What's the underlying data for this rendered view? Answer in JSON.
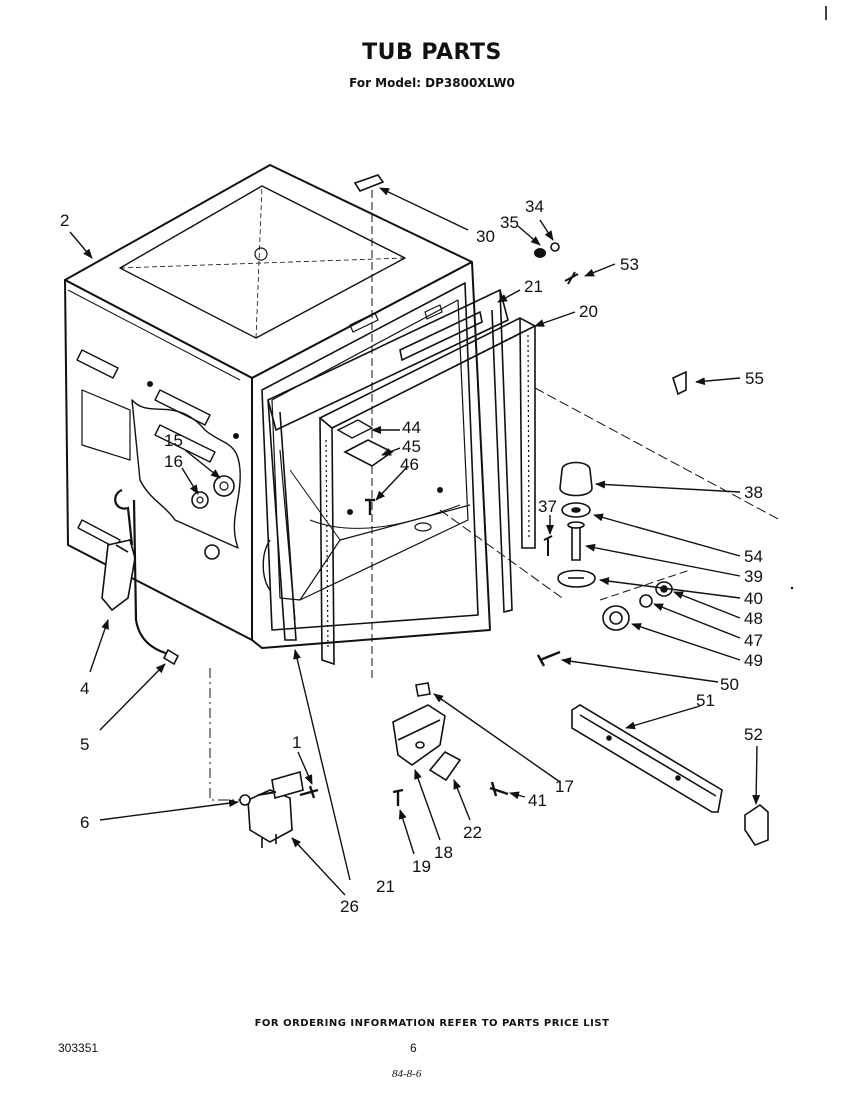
{
  "header": {
    "title": "TUB PARTS",
    "subtitle": "For Model: DP3800XLW0"
  },
  "footer": {
    "note": "FOR ORDERING INFORMATION REFER TO PARTS PRICE LIST",
    "doc_number": "303351",
    "page_number": "6",
    "date_mark": "84-8-6"
  },
  "callouts": {
    "c1": "1",
    "c2": "2",
    "c4": "4",
    "c5": "5",
    "c6": "6",
    "c15": "15",
    "c16": "16",
    "c17": "17",
    "c18": "18",
    "c19": "19",
    "c20": "20",
    "c21a": "21",
    "c21b": "21",
    "c22": "22",
    "c26": "26",
    "c30": "30",
    "c34": "34",
    "c35": "35",
    "c37": "37",
    "c38": "38",
    "c39": "39",
    "c40": "40",
    "c41": "41",
    "c44": "44",
    "c45": "45",
    "c46": "46",
    "c47": "47",
    "c48": "48",
    "c49": "49",
    "c50": "50",
    "c51": "51",
    "c52": "52",
    "c53": "53",
    "c54": "54",
    "c55": "55"
  }
}
